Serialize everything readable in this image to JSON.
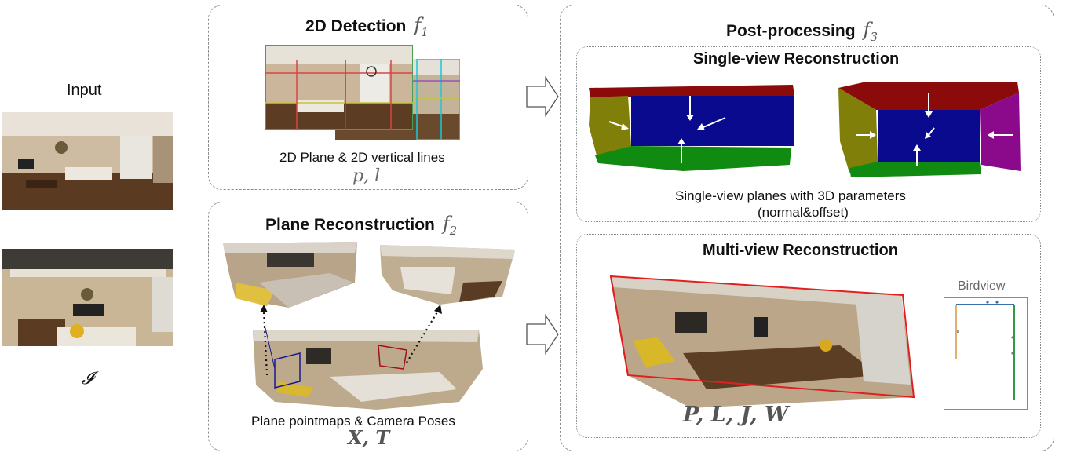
{
  "input": {
    "title": "Input",
    "symbol": "𝓘"
  },
  "detection": {
    "title": "2D Detection",
    "fn": "f",
    "fn_sub": "1",
    "caption": "2D Plane &  2D vertical lines",
    "vars": "p, l"
  },
  "reconstruction": {
    "title": "Plane Reconstruction",
    "fn": "f",
    "fn_sub": "2",
    "caption": "Plane pointmaps & Camera Poses",
    "vars": "X, T"
  },
  "post": {
    "title": "Post-processing",
    "fn": "f",
    "fn_sub": "3",
    "single_title": "Single-view Reconstruction",
    "single_caption_line1": "Single-view planes with 3D parameters",
    "single_caption_line2": "(normal&offset)",
    "multi_title": "Multi-view  Reconstruction",
    "birdview_label": "Birdview",
    "vars": "P, L, J, W"
  },
  "colors": {
    "plane_red": "#8b0a0a",
    "plane_blue": "#0a0a8e",
    "plane_olive": "#7f7f0a",
    "plane_green": "#108a10",
    "plane_purple": "#8b0a8b",
    "bbox_red": "#e02020"
  }
}
